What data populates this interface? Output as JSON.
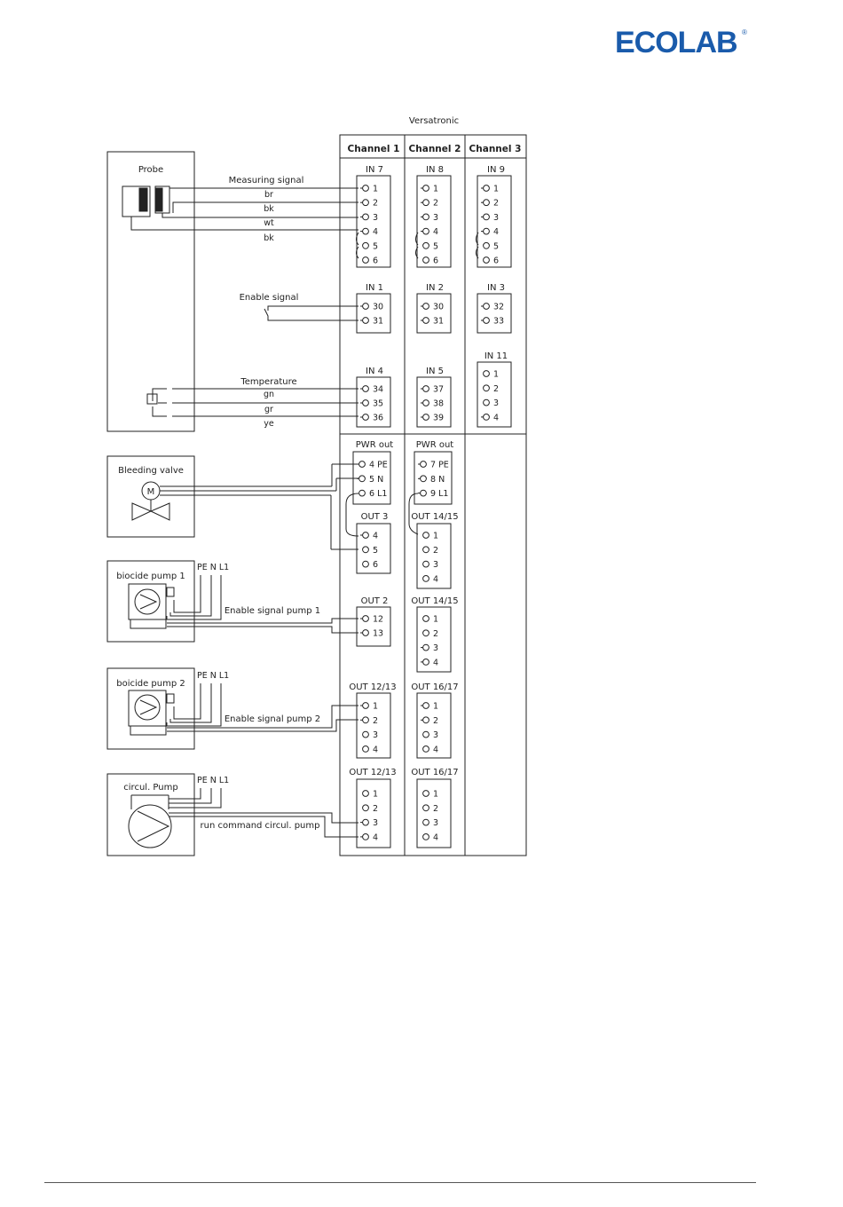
{
  "brand": {
    "name": "ECOLAB",
    "registered": "®",
    "color": "#1a5bab"
  },
  "system": {
    "title": "Versatronic",
    "channels": [
      "Channel 1",
      "Channel 2",
      "Channel 3"
    ]
  },
  "probe": {
    "label": "Probe"
  },
  "bleeding_valve": {
    "label": "Bleeding valve",
    "motor": "M"
  },
  "pumps": [
    {
      "label": "biocide pump 1",
      "power": "PE N L1",
      "signal": "Enable signal pump 1"
    },
    {
      "label": "boicide pump 2",
      "power": "PE N L1",
      "signal": "Enable signal pump 2"
    },
    {
      "label": "circul. Pump",
      "power": "PE N L1",
      "signal": "run command circul. pump"
    }
  ],
  "signals": {
    "measuring": {
      "label": "Measuring signal",
      "wires": [
        "br",
        "bk",
        "wt",
        "bk"
      ]
    },
    "enable": {
      "label": "Enable signal"
    },
    "temperature": {
      "label": "Temperature",
      "wires": [
        "gn",
        "gr",
        "ye"
      ]
    }
  },
  "blocks": [
    {
      "title": "IN 7",
      "terms": [
        "1",
        "2",
        "3",
        "4",
        "5",
        "6"
      ]
    },
    {
      "title": "IN 8",
      "terms": [
        "1",
        "2",
        "3",
        "4",
        "5",
        "6"
      ]
    },
    {
      "title": "IN 9",
      "terms": [
        "1",
        "2",
        "3",
        "4",
        "5",
        "6"
      ]
    },
    {
      "title": "IN 1",
      "terms": [
        "30",
        "31"
      ]
    },
    {
      "title": "IN 2",
      "terms": [
        "30",
        "31"
      ]
    },
    {
      "title": "IN 3",
      "terms": [
        "32",
        "33"
      ]
    },
    {
      "title": "IN 4",
      "terms": [
        "34",
        "35",
        "36"
      ]
    },
    {
      "title": "IN 5",
      "terms": [
        "37",
        "38",
        "39"
      ]
    },
    {
      "title": "IN 11",
      "terms": [
        "1",
        "2",
        "3",
        "4"
      ]
    },
    {
      "title": "PWR out",
      "terms": [
        "4 PE",
        "5 N",
        "6 L1"
      ]
    },
    {
      "title": "PWR out",
      "terms": [
        "7 PE",
        "8 N",
        "9 L1"
      ]
    },
    {
      "title": "OUT 3",
      "terms": [
        "4",
        "5",
        "6"
      ]
    },
    {
      "title": "OUT 14/15",
      "terms": [
        "1",
        "2",
        "3",
        "4"
      ]
    },
    {
      "title": "OUT 2",
      "terms": [
        "12",
        "13"
      ]
    },
    {
      "title": "OUT 14/15",
      "terms": [
        "1",
        "2",
        "3",
        "4"
      ]
    },
    {
      "title": "OUT 12/13",
      "terms": [
        "1",
        "2",
        "3",
        "4"
      ]
    },
    {
      "title": "OUT 16/17",
      "terms": [
        "1",
        "2",
        "3",
        "4"
      ]
    },
    {
      "title": "OUT 12/13",
      "terms": [
        "1",
        "2",
        "3",
        "4"
      ]
    },
    {
      "title": "OUT 16/17",
      "terms": [
        "1",
        "2",
        "3",
        "4"
      ]
    }
  ]
}
